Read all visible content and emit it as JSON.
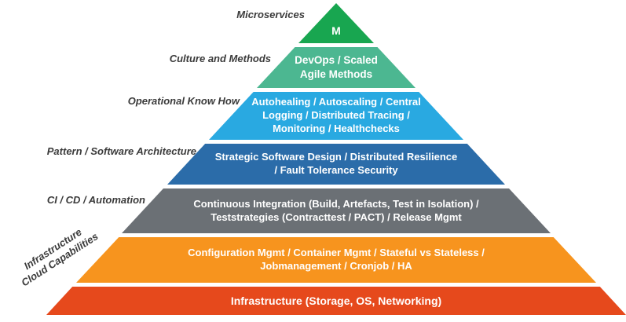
{
  "pyramid": {
    "text_color": "#ffffff",
    "label_color": "#3b3b3b",
    "layers": [
      {
        "side_label": "Microservices",
        "text": "M",
        "color": "#18a650"
      },
      {
        "side_label": "Culture and Methods",
        "text": "DevOps / Scaled\nAgile Methods",
        "color": "#4cb791"
      },
      {
        "side_label": "Operational Know How",
        "text": "Autohealing / Autoscaling / Central\nLogging / Distributed Tracing /\nMonitoring / Healthchecks",
        "color": "#29a9e1"
      },
      {
        "side_label": "Pattern / Software Architecture",
        "text": "Strategic Software Design / Distributed Resilience\n/ Fault Tolerance Security",
        "color": "#2b6ca9"
      },
      {
        "side_label": "CI / CD / Automation",
        "text": "Continuous Integration (Build, Artefacts, Test in Isolation) /\nTeststrategies (Contracttest / PACT) /  Release Mgmt",
        "color": "#6b7075"
      },
      {
        "side_label": "Infrastructure\nCloud Capabilities",
        "text": "Configuration Mgmt / Container Mgmt / Stateful vs Stateless /\nJobmanagement / Cronjob  / HA",
        "color": "#f7941e"
      },
      {
        "side_label": "",
        "text": "Infrastructure (Storage, OS, Networking)",
        "color": "#e6491c"
      }
    ]
  }
}
